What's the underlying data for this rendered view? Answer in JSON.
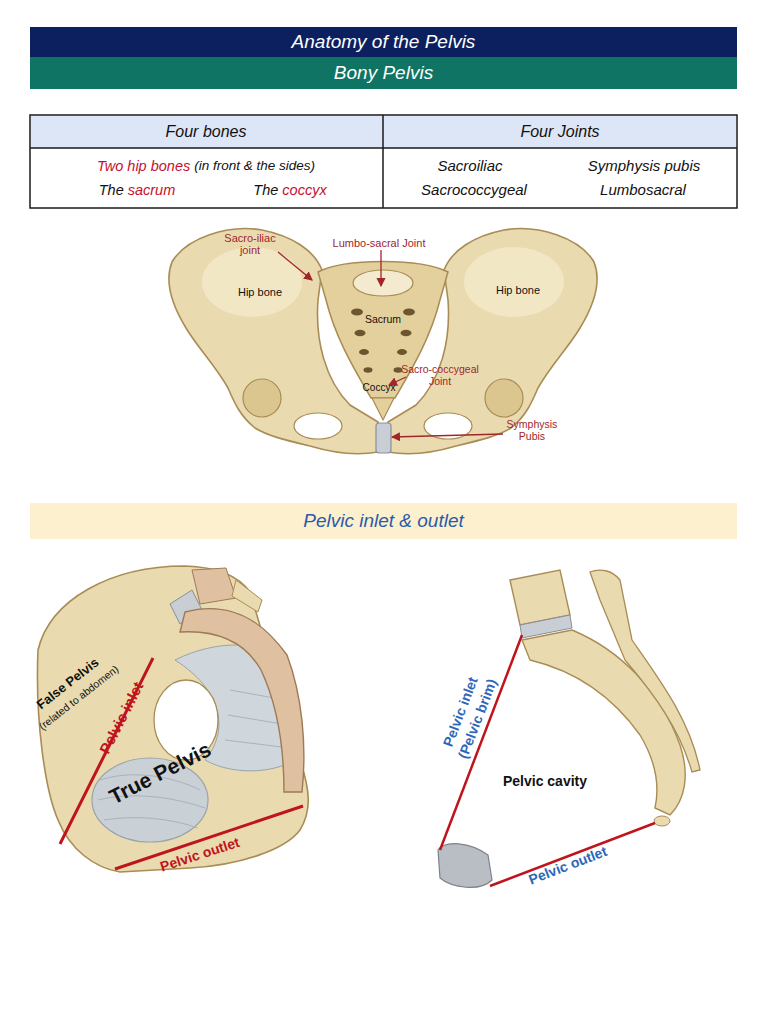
{
  "diagram": {
    "title": "Anatomy of the Pelvis",
    "nodes": [
      {
        "text": [
          "Bony Pelvis"
        ]
      },
      {
        "text": [
          "Pelvic inlet & outlet"
        ]
      }
    ],
    "labels": [
      "Four bones",
      "Four Joints",
      "Two hip bones",
      "(in front & the sides)",
      "The",
      "sacrum",
      "The",
      "coccyx",
      "Sacroiliac",
      "Symphysis pubis",
      "Sacrococcygeal",
      "Lumbosacral",
      "Sacro-iliac joint",
      "Lumbo-sacral Joint",
      "Hip bone",
      "Hip bone",
      "Sacrum",
      "Sacro-coccygeal Joint",
      "Coccyx",
      "Symphysis Pubis",
      "False Pelvis",
      "(related to abdomen)",
      "Pelvic inlet",
      "True Pelvis",
      "Pelvic outlet",
      "Pelvic inlet",
      "(Pelvic brim)",
      "Pelvic cavity",
      "Pelvic outlet"
    ]
  }
}
